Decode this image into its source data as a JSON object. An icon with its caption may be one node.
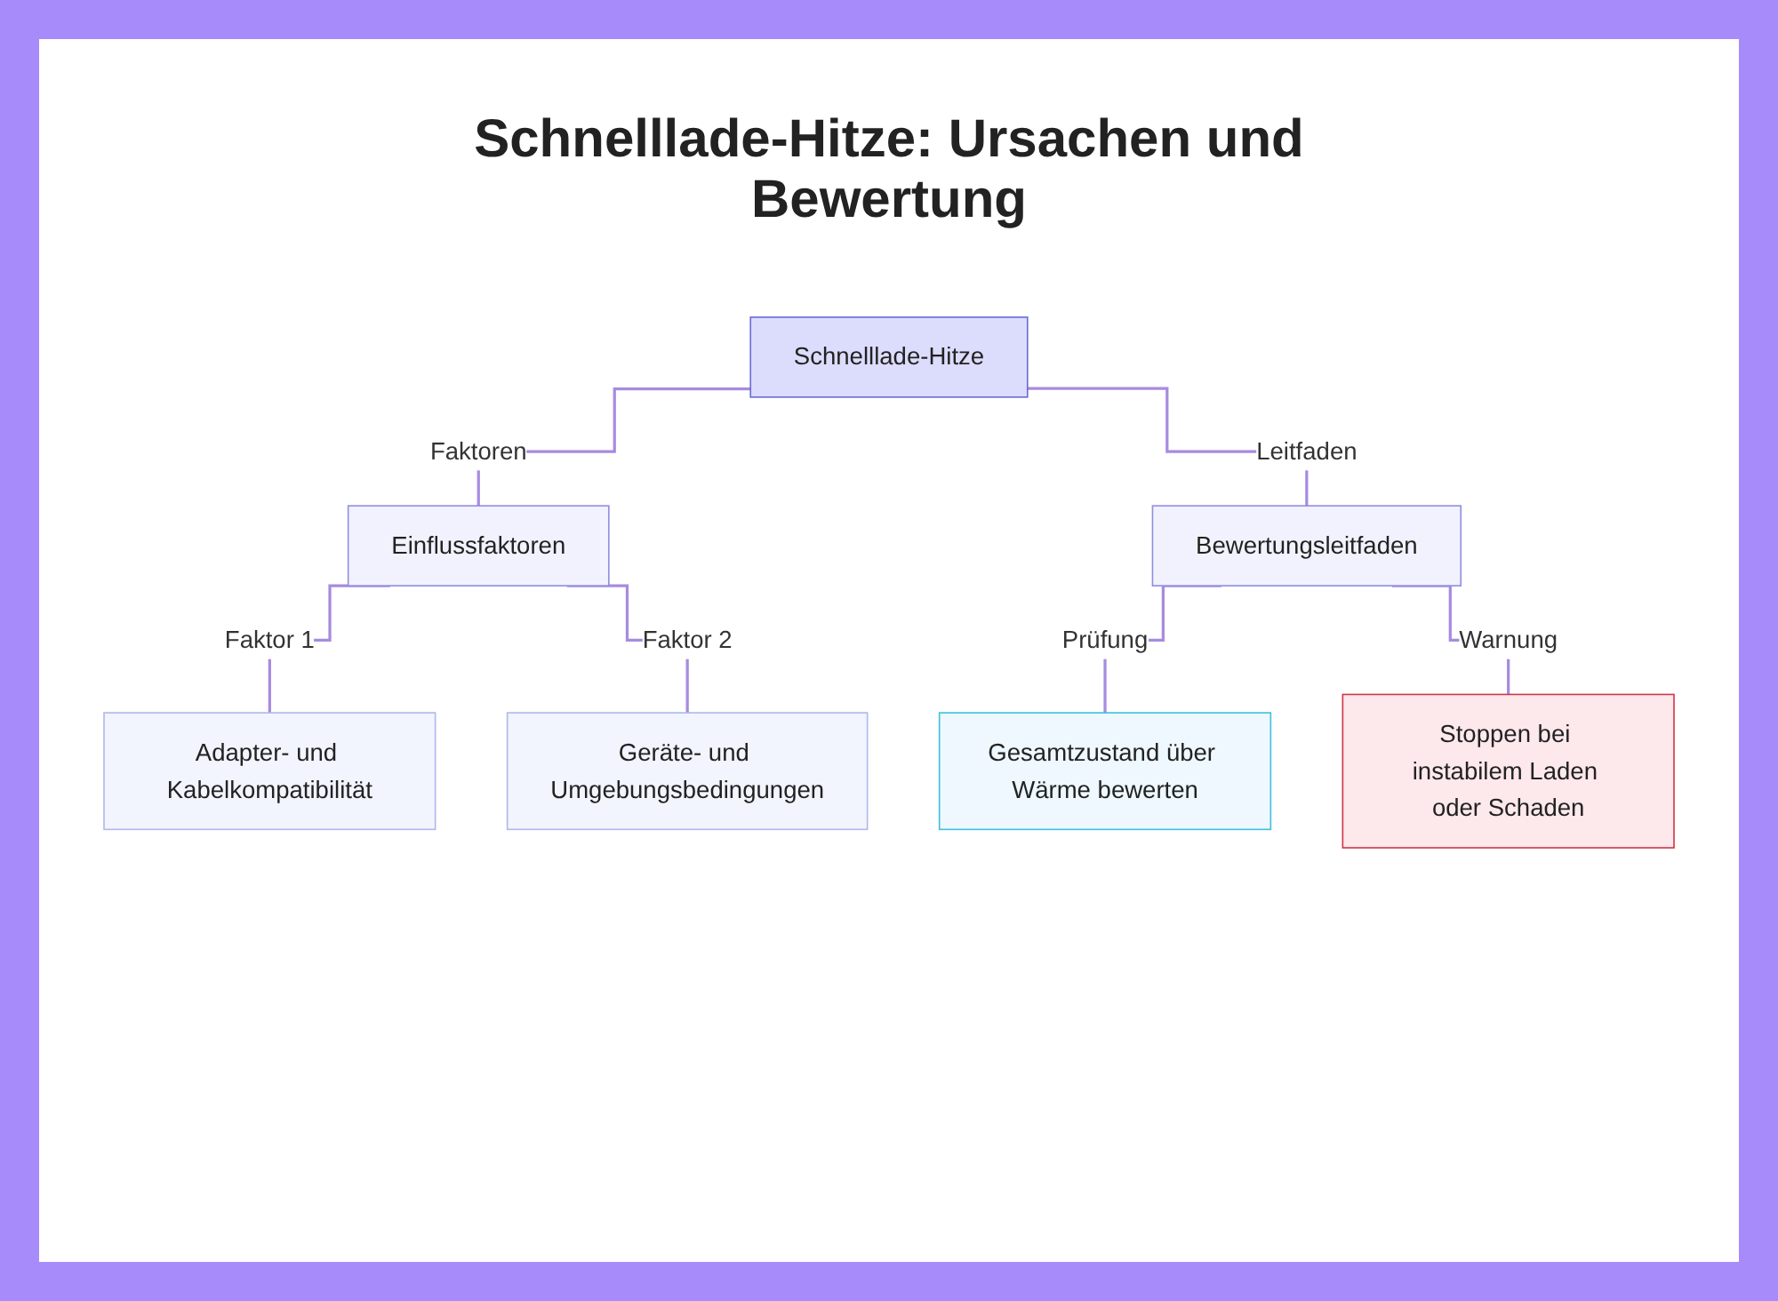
{
  "diagram": {
    "title": "Schnelllade-Hitze: Ursachen und Bewertung",
    "nodes": [
      {
        "text": [
          "Schnelllade-Hitze"
        ]
      },
      {
        "text": [
          "Einflussfaktoren"
        ]
      },
      {
        "text": [
          "Bewertungsleitfaden"
        ]
      },
      {
        "text": [
          "Adapter- und Kabelkompatibilität"
        ]
      },
      {
        "text": [
          "Geräte- und Umgebungsbedingungen"
        ]
      },
      {
        "text": [
          "Gesamtzustand über Wärme bewerten"
        ]
      },
      {
        "text": [
          "Stoppen bei instabilem Laden oder Schaden"
        ]
      }
    ],
    "edges": [
      {
        "from": 0,
        "to": 1,
        "arrow": "none",
        "label": "Faktoren"
      },
      {
        "from": 0,
        "to": 2,
        "arrow": "none",
        "label": "Leitfaden"
      },
      {
        "from": 1,
        "to": 3,
        "arrow": "none",
        "label": "Faktor 1"
      },
      {
        "from": 1,
        "to": 4,
        "arrow": "none",
        "label": "Faktor 2"
      },
      {
        "from": 2,
        "to": 5,
        "arrow": "none",
        "label": "Prüfung"
      },
      {
        "from": 2,
        "to": 6,
        "arrow": "none",
        "label": "Warnung"
      }
    ]
  }
}
